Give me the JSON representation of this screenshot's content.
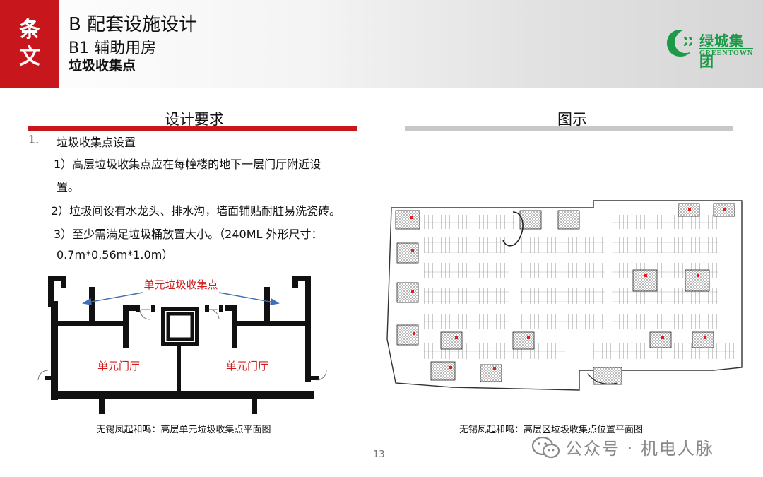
{
  "header": {
    "badge_chars": [
      "条",
      "文"
    ],
    "title": "B 配套设施设计",
    "subtitle": "B1 辅助用房",
    "section": "垃圾收集点",
    "logo": {
      "name": "绿城集团",
      "en": "GREENTOWN",
      "color": "#1c9a48"
    },
    "accent": "#c8161d"
  },
  "left": {
    "title": "设计要求",
    "list_num": "1.",
    "list_head": "垃圾收集点设置",
    "req1_line1": "1）高层垃圾收集点应在每幢楼的地下一层门厅附近设",
    "req1_line2": "置。",
    "req2": "2）垃圾间设有水龙头、排水沟，墙面铺贴耐脏易洗瓷砖。",
    "req3_line1": "3）至少需满足垃圾桶放置大小。（240ML 外形尺寸：",
    "req3_line2": "0.7m*0.56m*1.0m）",
    "plan": {
      "label_collection": "单元垃圾收集点",
      "label_hall_left": "单元门厅",
      "label_hall_right": "单元门厅"
    },
    "caption": "无锡凤起和鸣：高层单元垃圾收集点平面图"
  },
  "right": {
    "title": "图示",
    "caption": "无锡凤起和鸣：高层区垃圾收集点位置平面图"
  },
  "page_number": "13",
  "watermark": "公众号 · 机电人脉"
}
